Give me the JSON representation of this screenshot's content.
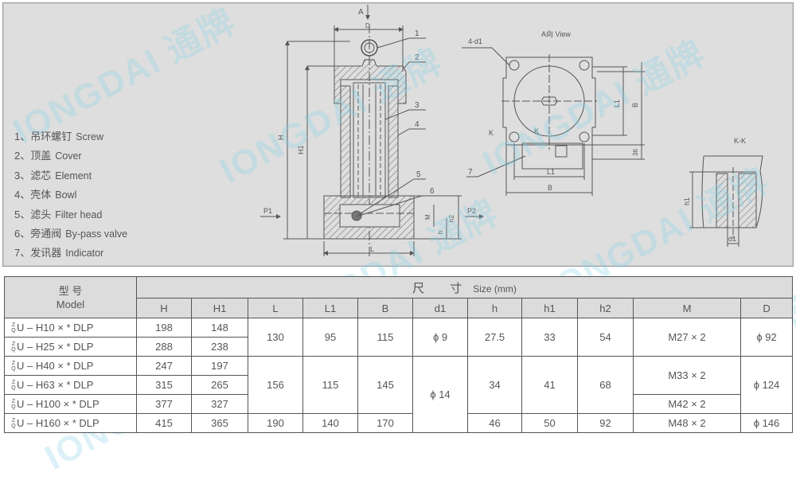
{
  "drawing": {
    "view_arrow_label": "A",
    "view_title": "A向 View",
    "section_title": "K-K",
    "hole_label": "4-d1",
    "section_marks": [
      "K",
      "K"
    ],
    "dimension_labels": {
      "D": "D",
      "H": "H",
      "H1": "H1",
      "L": "L",
      "M": "M",
      "h": "h",
      "h2": "h2",
      "L1_top": "L1",
      "B_side": "B",
      "dim_36": "36",
      "L1_bottom": "L1",
      "B_bottom": "B",
      "h1_section": "h1",
      "d1_section": "d1"
    },
    "port_labels": {
      "inlet": "P1",
      "outlet": "P2"
    },
    "callouts": [
      "1",
      "2",
      "3",
      "4",
      "5",
      "6",
      "7"
    ]
  },
  "legend": {
    "items": [
      {
        "num": "1、",
        "cn": "吊环螺钉",
        "en": "Screw"
      },
      {
        "num": "2、",
        "cn": "顶盖",
        "en": "Cover"
      },
      {
        "num": "3、",
        "cn": "滤芯",
        "en": "Element"
      },
      {
        "num": "4、",
        "cn": "壳体",
        "en": "Bowl"
      },
      {
        "num": "5、",
        "cn": "滤头",
        "en": "Filter head"
      },
      {
        "num": "6、",
        "cn": "旁通阀",
        "en": "By-pass valve"
      },
      {
        "num": "7、",
        "cn": "发讯器",
        "en": "Indicator"
      }
    ]
  },
  "table": {
    "model_header_cn": "型 号",
    "model_header_en": "Model",
    "size_header_cn": "尺 寸",
    "size_header_en": "Size (mm)",
    "columns": [
      "H",
      "H1",
      "L",
      "L1",
      "B",
      "d1",
      "h",
      "h1",
      "h2",
      "M",
      "D"
    ],
    "model_prefix_top": "Z",
    "model_prefix_bottom": "Q",
    "rows": [
      {
        "model": "U – H10 × * DLP",
        "H": "198",
        "H1": "148"
      },
      {
        "model": "U – H25 × * DLP",
        "H": "288",
        "H1": "238"
      },
      {
        "model": "U – H40 × * DLP",
        "H": "247",
        "H1": "197"
      },
      {
        "model": "U – H63 × * DLP",
        "H": "315",
        "H1": "265"
      },
      {
        "model": "U – H100 × * DLP",
        "H": "377",
        "H1": "327"
      },
      {
        "model": "U – H160 × * DLP",
        "H": "415",
        "H1": "365"
      }
    ],
    "groups": {
      "g1": {
        "L": "130",
        "L1": "95",
        "B": "115",
        "d1": "ϕ 9",
        "h": "27.5",
        "h1": "33",
        "h2": "54",
        "M": "M27 × 2",
        "D": "ϕ 92"
      },
      "g2": {
        "L": "156",
        "L1": "115",
        "B": "145",
        "h": "34",
        "h1": "41",
        "h2": "68",
        "M_a": "M33 × 2",
        "M_b": "M42 × 2",
        "D": "ϕ 124"
      },
      "d1_g2": "ϕ 14",
      "g3": {
        "L": "190",
        "L1": "140",
        "B": "170",
        "h": "46",
        "h1": "50",
        "h2": "92",
        "M": "M48 × 2",
        "D": "ϕ 146"
      }
    }
  },
  "watermark": {
    "brand": "IONGDAI",
    "cn": "通牌"
  }
}
